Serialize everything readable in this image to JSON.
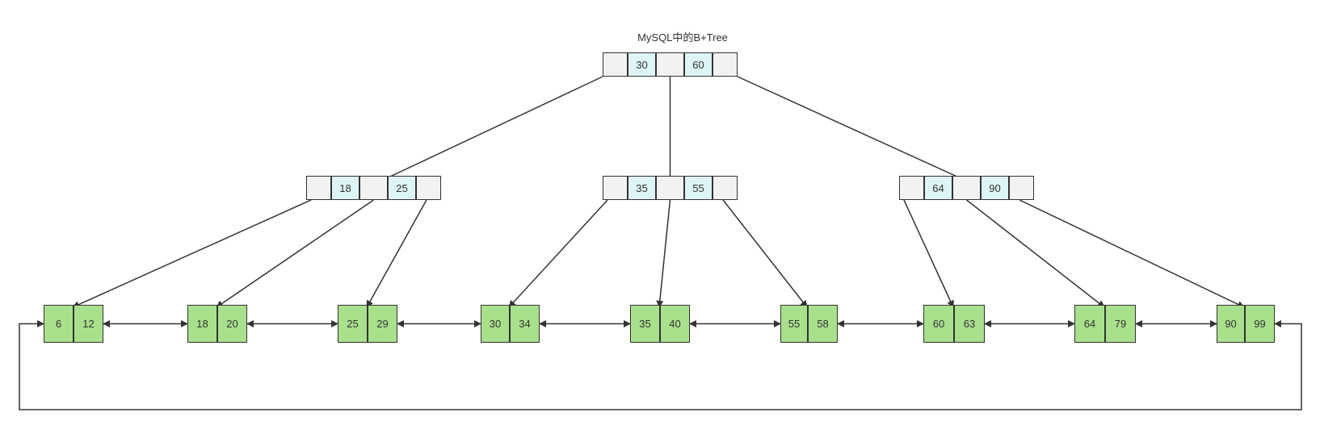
{
  "title": "MySQL中的B+Tree",
  "colors": {
    "pointer_cell": "#f2f2f2",
    "key_cell": "#ddf5f5",
    "leaf_cell": "#a9e08c",
    "stroke": "#333333"
  },
  "root": {
    "keys": [
      "30",
      "60"
    ]
  },
  "internal": [
    {
      "keys": [
        "18",
        "25"
      ]
    },
    {
      "keys": [
        "35",
        "55"
      ]
    },
    {
      "keys": [
        "64",
        "90"
      ]
    }
  ],
  "leaves": [
    [
      "6",
      "12"
    ],
    [
      "18",
      "20"
    ],
    [
      "25",
      "29"
    ],
    [
      "30",
      "34"
    ],
    [
      "35",
      "40"
    ],
    [
      "55",
      "58"
    ],
    [
      "60",
      "63"
    ],
    [
      "64",
      "79"
    ],
    [
      "90",
      "99"
    ]
  ]
}
